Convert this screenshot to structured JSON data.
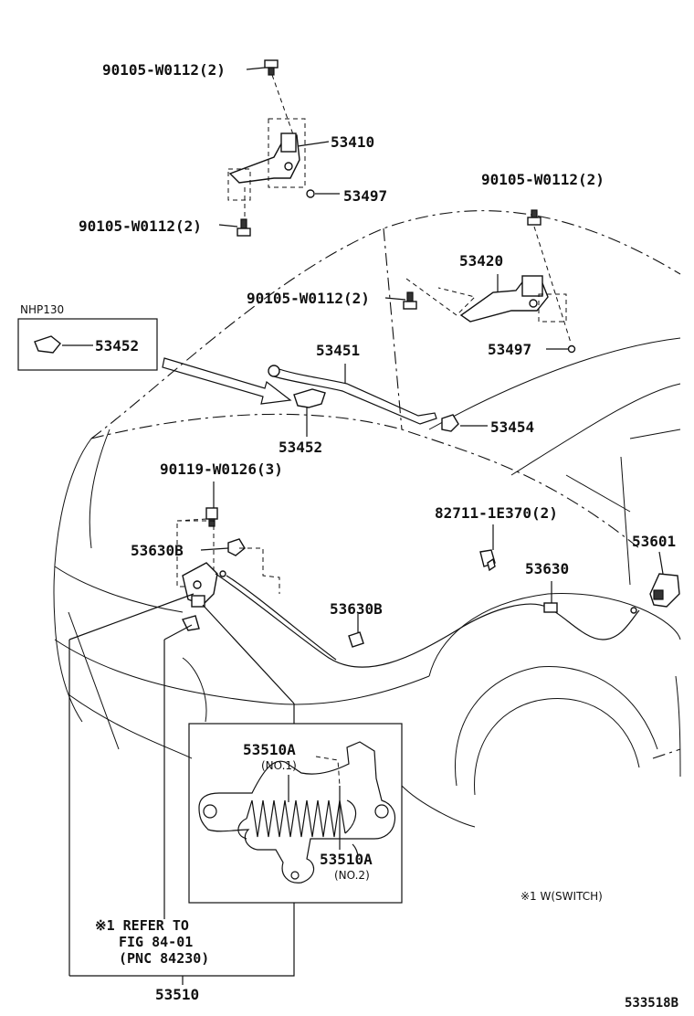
{
  "parts": {
    "bolt_top": "90105-W0112(2)",
    "hinge_left": "53410",
    "cushion_left": "53497",
    "bolt_left_bottom": "90105-W0112(2)",
    "bolt_right_top": "90105-W0112(2)",
    "hinge_right": "53420",
    "bolt_right_mid": "90105-W0112(2)",
    "cushion_right": "53497",
    "variant_label": "NHP130",
    "support_holder_box": "53452",
    "support_rod": "53451",
    "support_holder": "53452",
    "cushion_hood": "53454",
    "screw_latch": "90119-W0126(3)",
    "clamp_left": "53630B",
    "clip_cable": "82711-1E370(2)",
    "lever_release": "53601",
    "release_cable": "53630",
    "clamp_mid": "53630B",
    "spring_no1": "53510A",
    "spring_no1_sub": "(NO.1)",
    "spring_no2": "53510A",
    "spring_no2_sub": "(NO.2)",
    "lock_assembly": "53510",
    "footnote_switch": "※1 W(SWITCH)",
    "refer_line1": "※1 REFER TO",
    "refer_line2": "FIG 84-01",
    "refer_line3": "(PNC 84230)",
    "figure_code": "533518B"
  }
}
